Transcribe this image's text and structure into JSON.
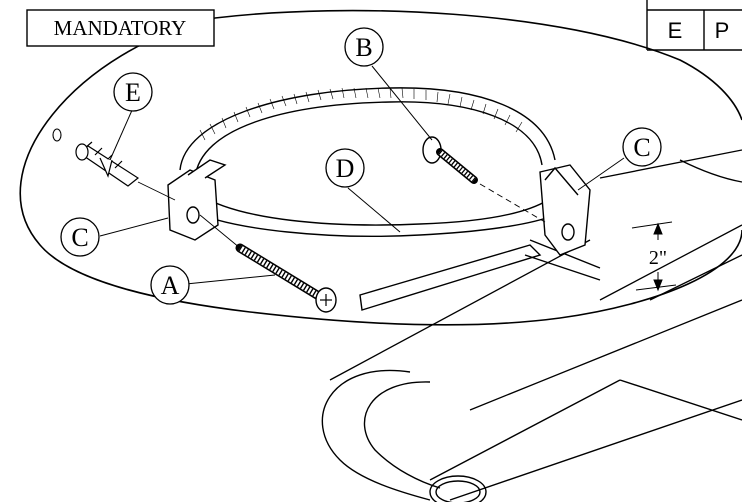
{
  "title_box": {
    "text": "MANDATORY"
  },
  "parts_table": {
    "cells": [
      "E",
      "P"
    ]
  },
  "callouts": [
    {
      "letter": "A",
      "part": "screw"
    },
    {
      "letter": "B",
      "part": "screw-with-washer"
    },
    {
      "letter": "C",
      "part": "bracket-tab"
    },
    {
      "letter": "C",
      "part": "bracket-tab"
    },
    {
      "letter": "D",
      "part": "metal-strap-band"
    },
    {
      "letter": "E",
      "part": "wall-anchor"
    }
  ],
  "dimension": {
    "text": "2\""
  }
}
